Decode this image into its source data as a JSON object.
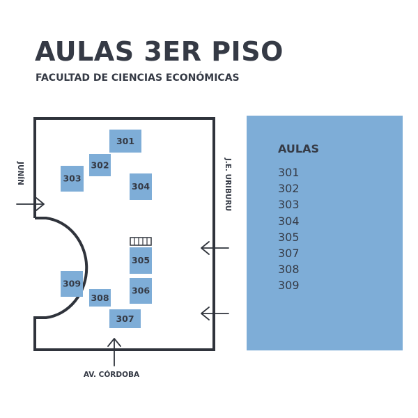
{
  "title": "AULAS 3ER PISO",
  "subtitle": "FACULTAD DE CIENCIAS ECONÓMICAS",
  "streets": {
    "left": "JUNÍN",
    "right": "J.E. URIBURU",
    "bottom": "AV. CÓRDOBA"
  },
  "rooms": [
    "301",
    "302",
    "303",
    "304",
    "305",
    "306",
    "307",
    "308",
    "309"
  ],
  "legend": {
    "title": "AULAS",
    "items": [
      "301",
      "302",
      "303",
      "304",
      "305",
      "307",
      "308",
      "309"
    ]
  },
  "colors": {
    "room_fill": "#7eadd7",
    "text": "#353a45",
    "outline": "#2f333b"
  }
}
